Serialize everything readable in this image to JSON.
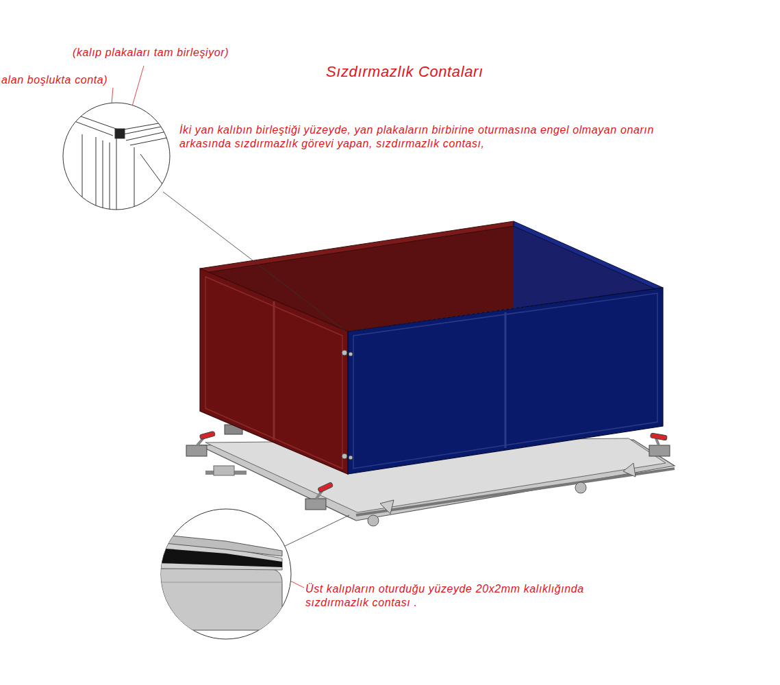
{
  "diagram": {
    "title": "Sızdırmazlık Contaları",
    "labels": [
      "(kalıp plakaları tam birleşiyor)",
      "alan boşlukta conta)",
      "İki yan kalıbın birleştiği yüzeyde, yan plakaların birbirine oturmasına engel olmayan onarın arkasında sızdırmazlık görevi yapan, sızdırmazlık contası,",
      "Üst kalıpların oturduğu yüzeyde 20x2mm kalıklığında sızdırmazlık contası ."
    ]
  }
}
